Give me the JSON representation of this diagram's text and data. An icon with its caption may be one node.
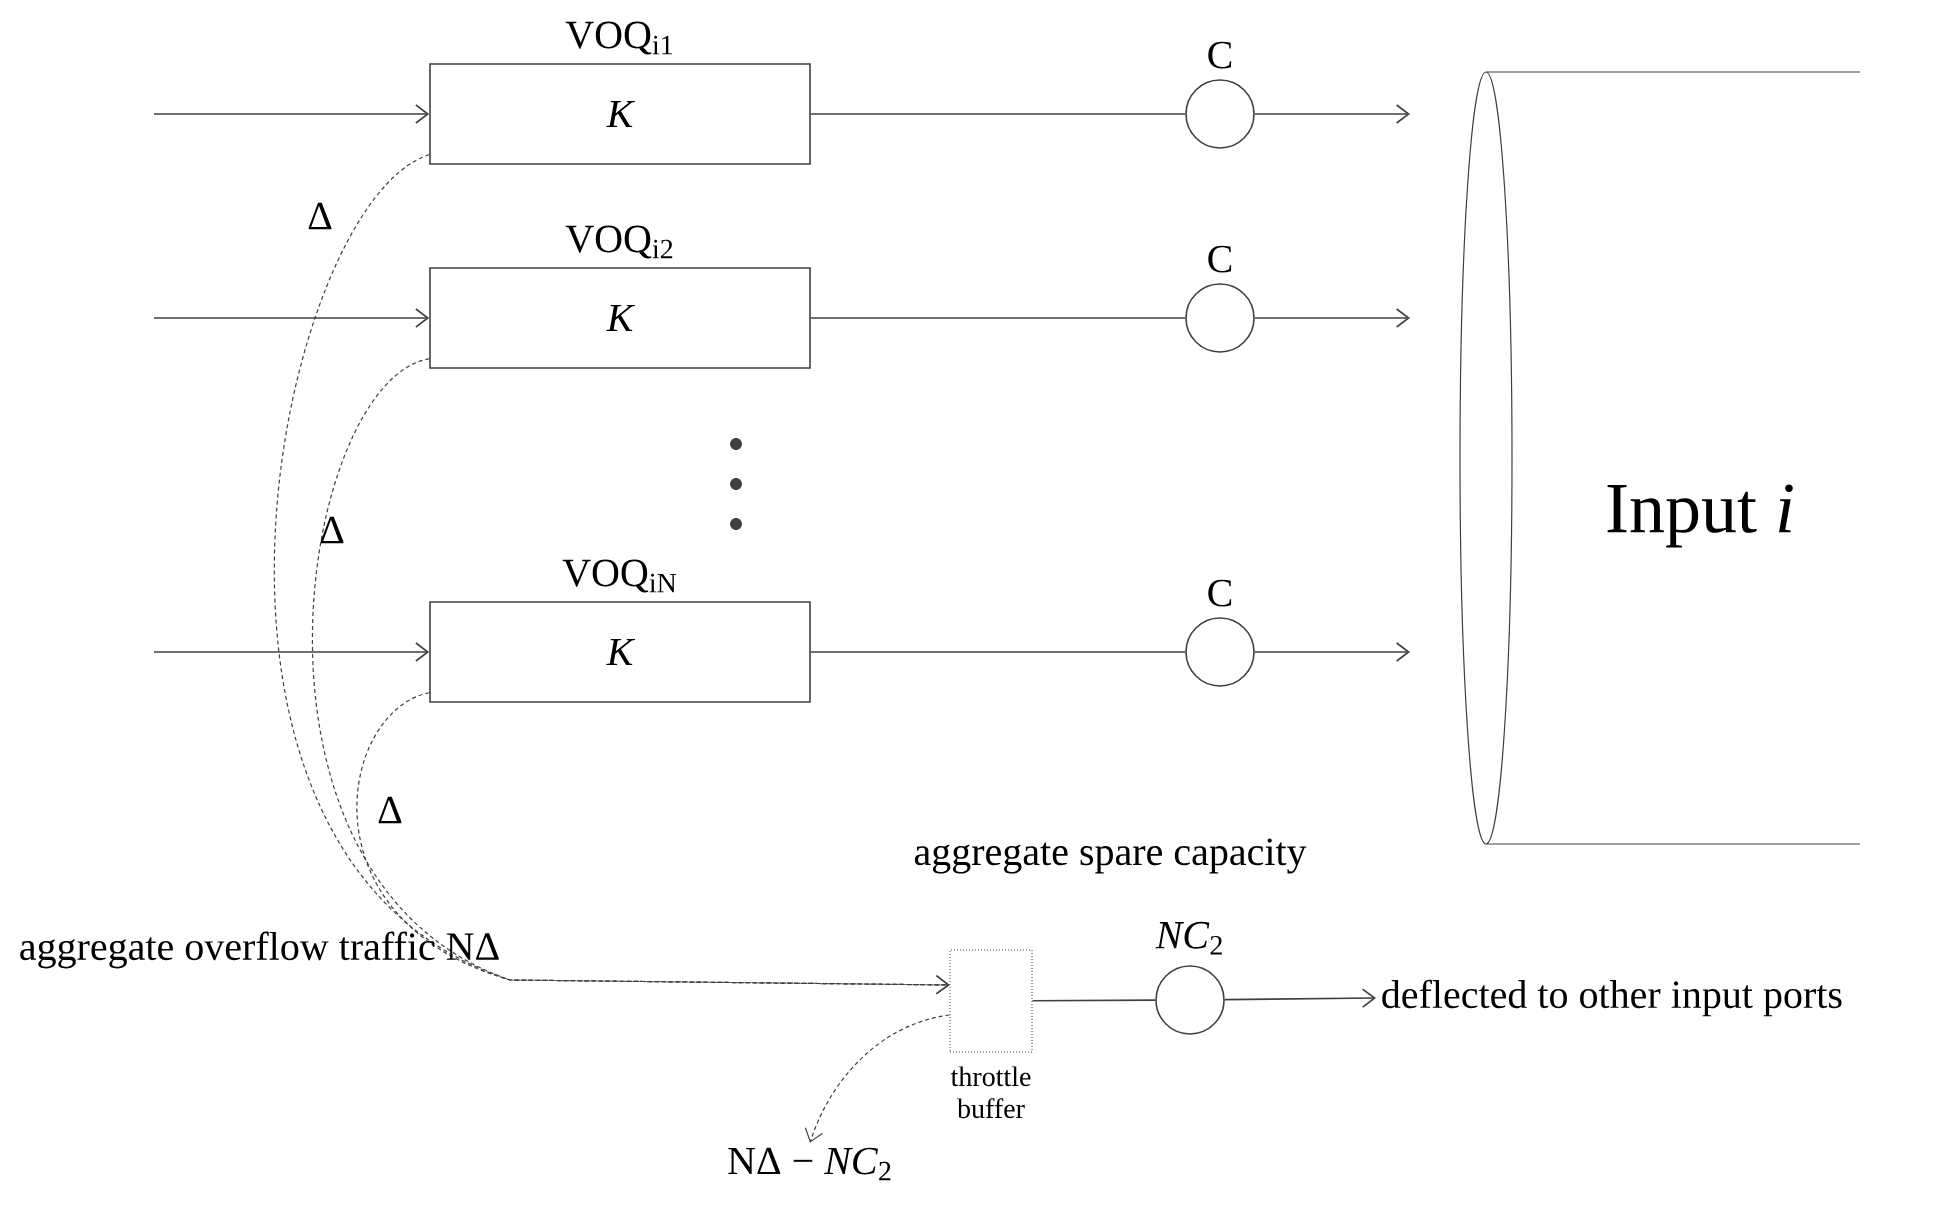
{
  "diagram": {
    "nodes": [
      {
        "text": [
          "VOQ$_{i1}$",
          "K"
        ]
      },
      {
        "text": [],
        "shape": "circle",
        "beside": [
          "C"
        ]
      },
      {
        "text": [
          "VOQ$_{i2}$",
          "K"
        ]
      },
      {
        "text": [],
        "shape": "circle",
        "beside": [
          "C"
        ]
      },
      {
        "text": [
          "VOQ$_{iN}$",
          "K"
        ]
      },
      {
        "text": [],
        "shape": "circle",
        "beside": [
          "C"
        ]
      },
      {
        "text": [
          "Input *i*"
        ]
      },
      {
        "text": [
          "throttle buffer"
        ]
      },
      {
        "text": [],
        "shape": "circle",
        "beside": [
          "*NC*$_{2}$"
        ]
      },
      {
        "text": [
          "deflected to other input ports"
        ]
      },
      {
        "text": [
          "NΔ − *NC*$_{2}$"
        ]
      }
    ],
    "edges": [
      {
        "from": null,
        "to": 0,
        "arrow": "to"
      },
      {
        "from": null,
        "to": 2,
        "arrow": "to"
      },
      {
        "from": null,
        "to": 4,
        "arrow": "to"
      },
      {
        "from": 0,
        "to": 1,
        "arrow": "none"
      },
      {
        "from": 2,
        "to": 3,
        "arrow": "none"
      },
      {
        "from": 4,
        "to": 5,
        "arrow": "none"
      },
      {
        "from": 1,
        "to": null,
        "arrow": "to"
      },
      {
        "from": 3,
        "to": null,
        "arrow": "to"
      },
      {
        "from": 5,
        "to": null,
        "arrow": "to"
      },
      {
        "from": 0,
        "to": 7,
        "arrow": "to",
        "style": "dashed",
        "label": "Δ"
      },
      {
        "from": 2,
        "to": 7,
        "arrow": "to",
        "style": "dashed",
        "label": "Δ"
      },
      {
        "from": 4,
        "to": 7,
        "arrow": "to",
        "style": "dashed",
        "label": "Δ"
      },
      {
        "from": 7,
        "to": 8,
        "arrow": "none"
      },
      {
        "from": 8,
        "to": 9,
        "arrow": "to"
      },
      {
        "from": 7,
        "to": 10,
        "arrow": "to",
        "style": "dashed"
      }
    ],
    "labels": [
      "aggregate spare capacity",
      "aggregate overflow traffic NΔ"
    ]
  }
}
